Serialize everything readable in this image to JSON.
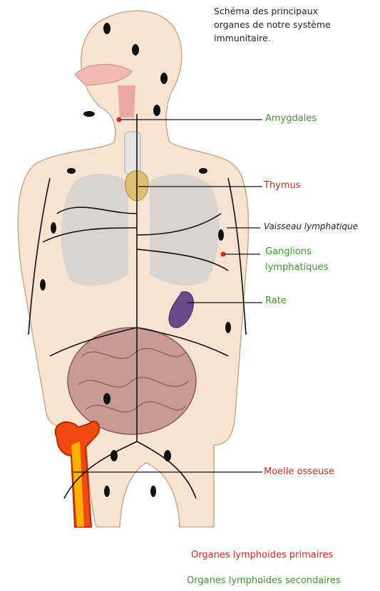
{
  "title": "Schéma  des principaux\norganes de notre système\nimmunitaire.",
  "labels": {
    "amygdales": "Amygdales",
    "thymus": "Thymus",
    "vaisseau": "Vaisseau lymphatique",
    "ganglions_1": "Ganglions",
    "ganglions_2": "lymphatiques",
    "rate": "Rate",
    "moelle": "Moelle osseuse"
  },
  "legend": {
    "primaires": "Organes lymphoides primaires",
    "secondaires": "Organes lymphoides secondaires"
  },
  "colors": {
    "primary": "#e0261c",
    "secondary": "#3a9a2a",
    "skin": "#f7e3d2",
    "node": "#111111"
  }
}
